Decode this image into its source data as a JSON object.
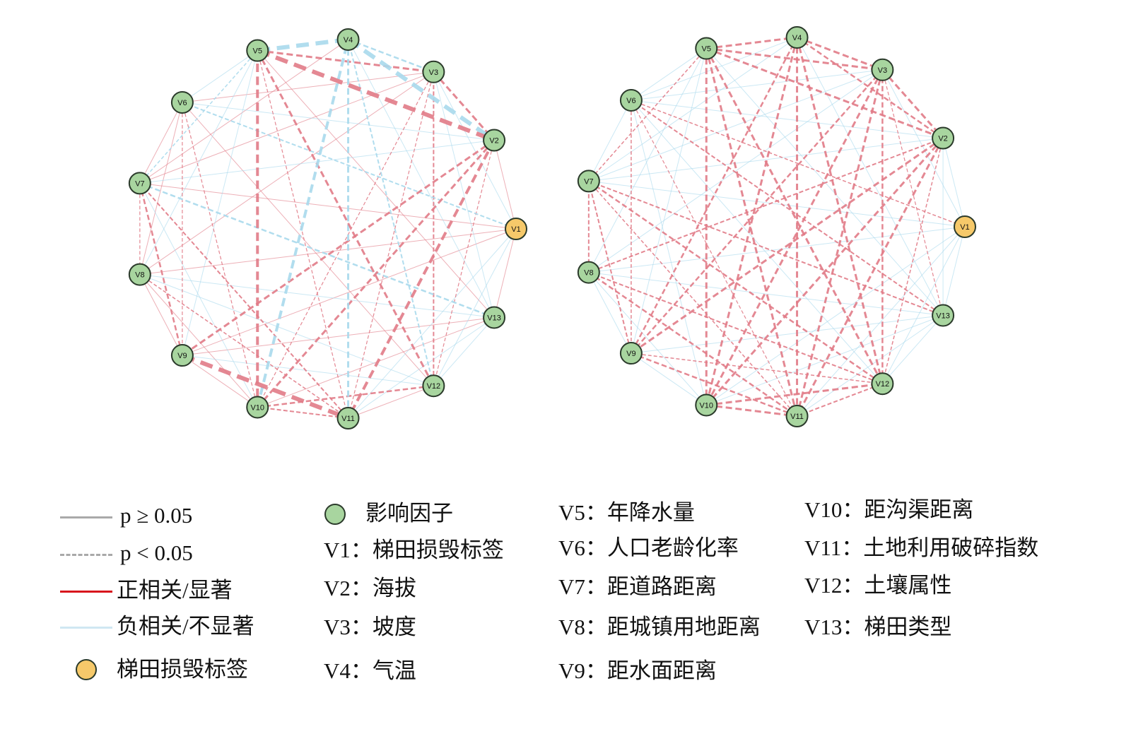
{
  "colors": {
    "positive": "#e17b87",
    "negative": "#a9d9ec",
    "factor_node": "#a8d59f",
    "label_node": "#f6c96a",
    "node_stroke": "#2b3a2b",
    "legend_grey": "#a9a9a9",
    "legend_red": "#d8141c",
    "legend_blue": "#cfe7f2"
  },
  "nodes": [
    "V1",
    "V2",
    "V3",
    "V4",
    "V5",
    "V6",
    "V7",
    "V8",
    "V9",
    "V10",
    "V11",
    "V12",
    "V13"
  ],
  "networks": [
    {
      "edges": [
        [
          "V5",
          "V4",
          "neg",
          true,
          6
        ],
        [
          "V4",
          "V2",
          "neg",
          true,
          6
        ],
        [
          "V5",
          "V2",
          "pos",
          true,
          6
        ],
        [
          "V9",
          "V11",
          "pos",
          true,
          6
        ],
        [
          "V10",
          "V4",
          "neg",
          true,
          4
        ],
        [
          "V5",
          "V10",
          "pos",
          true,
          4
        ],
        [
          "V2",
          "V11",
          "pos",
          true,
          4
        ],
        [
          "V2",
          "V10",
          "pos",
          true,
          3
        ],
        [
          "V2",
          "V9",
          "pos",
          true,
          3
        ],
        [
          "V3",
          "V2",
          "pos",
          true,
          3
        ],
        [
          "V5",
          "V3",
          "pos",
          true,
          3
        ],
        [
          "V4",
          "V3",
          "neg",
          true,
          2.5
        ],
        [
          "V4",
          "V11",
          "neg",
          true,
          3
        ],
        [
          "V5",
          "V12",
          "pos",
          true,
          3
        ],
        [
          "V7",
          "V9",
          "pos",
          true,
          2.5
        ],
        [
          "V10",
          "V12",
          "pos",
          true,
          2.5
        ],
        [
          "V10",
          "V11",
          "pos",
          true,
          2
        ],
        [
          "V3",
          "V12",
          "pos",
          true,
          2
        ],
        [
          "V7",
          "V11",
          "pos",
          true,
          2
        ],
        [
          "V8",
          "V11",
          "pos",
          true,
          1.5
        ],
        [
          "V6",
          "V9",
          "pos",
          true,
          1.2
        ],
        [
          "V7",
          "V8",
          "pos",
          true,
          1.2
        ],
        [
          "V7",
          "V13",
          "neg",
          true,
          2.5
        ],
        [
          "V5",
          "V7",
          "neg",
          true,
          1.5
        ],
        [
          "V6",
          "V1",
          "neg",
          true,
          2
        ],
        [
          "V4",
          "V12",
          "neg",
          true,
          2
        ],
        [
          "V5",
          "V11",
          "pos",
          true,
          1.2
        ],
        [
          "V3",
          "V10",
          "pos",
          true,
          1.2
        ],
        [
          "V6",
          "V10",
          "pos",
          true,
          1.2
        ],
        [
          "V2",
          "V12",
          "pos",
          true,
          1.2
        ],
        [
          "V3",
          "V11",
          "pos",
          true,
          1.2
        ],
        [
          "V6",
          "V3",
          "pos",
          false,
          1
        ],
        [
          "V7",
          "V4",
          "pos",
          false,
          1
        ],
        [
          "V7",
          "V1",
          "pos",
          false,
          1
        ],
        [
          "V8",
          "V1",
          "pos",
          false,
          1
        ],
        [
          "V8",
          "V3",
          "pos",
          false,
          1
        ],
        [
          "V9",
          "V13",
          "pos",
          false,
          1
        ],
        [
          "V10",
          "V13",
          "pos",
          false,
          1
        ],
        [
          "V6",
          "V12",
          "pos",
          false,
          1
        ],
        [
          "V5",
          "V13",
          "pos",
          false,
          1
        ],
        [
          "V7",
          "V3",
          "pos",
          false,
          1
        ],
        [
          "V6",
          "V8",
          "pos",
          false,
          1
        ],
        [
          "V6",
          "V7",
          "pos",
          false,
          1
        ],
        [
          "V8",
          "V9",
          "pos",
          false,
          1
        ],
        [
          "V9",
          "V10",
          "pos",
          false,
          1
        ],
        [
          "V2",
          "V1",
          "pos",
          false,
          1
        ],
        [
          "V1",
          "V13",
          "pos",
          false,
          1
        ],
        [
          "V11",
          "V12",
          "pos",
          false,
          1
        ],
        [
          "V8",
          "V10",
          "pos",
          false,
          1
        ],
        [
          "V9",
          "V1",
          "pos",
          false,
          1
        ],
        [
          "V1",
          "V11",
          "neg",
          false,
          1
        ],
        [
          "V1",
          "V12",
          "neg",
          false,
          1
        ],
        [
          "V13",
          "V11",
          "neg",
          false,
          1
        ],
        [
          "V13",
          "V12",
          "neg",
          false,
          1
        ],
        [
          "V3",
          "V13",
          "neg",
          false,
          1
        ],
        [
          "V3",
          "V1",
          "neg",
          false,
          1
        ],
        [
          "V7",
          "V2",
          "neg",
          false,
          1
        ],
        [
          "V5",
          "V6",
          "neg",
          false,
          1
        ],
        [
          "V6",
          "V2",
          "neg",
          false,
          1
        ],
        [
          "V8",
          "V12",
          "neg",
          false,
          1
        ],
        [
          "V9",
          "V12",
          "neg",
          false,
          1
        ],
        [
          "V4",
          "V13",
          "neg",
          false,
          1
        ],
        [
          "V9",
          "V5",
          "neg",
          false,
          1
        ],
        [
          "V8",
          "V5",
          "neg",
          false,
          1
        ],
        [
          "V8",
          "V13",
          "neg",
          false,
          1
        ],
        [
          "V7",
          "V10",
          "neg",
          false,
          1
        ]
      ]
    },
    {
      "edges": [
        [
          "V5",
          "V4",
          "pos",
          true,
          3
        ],
        [
          "V4",
          "V3",
          "pos",
          true,
          3
        ],
        [
          "V5",
          "V3",
          "pos",
          true,
          3
        ],
        [
          "V3",
          "V2",
          "pos",
          true,
          3
        ],
        [
          "V5",
          "V2",
          "pos",
          true,
          3
        ],
        [
          "V4",
          "V2",
          "pos",
          true,
          2.5
        ],
        [
          "V5",
          "V10",
          "pos",
          true,
          3
        ],
        [
          "V5",
          "V11",
          "pos",
          true,
          3
        ],
        [
          "V5",
          "V12",
          "pos",
          true,
          3
        ],
        [
          "V4",
          "V10",
          "pos",
          true,
          3
        ],
        [
          "V4",
          "V11",
          "pos",
          true,
          3
        ],
        [
          "V4",
          "V9",
          "pos",
          true,
          2.5
        ],
        [
          "V4",
          "V12",
          "pos",
          true,
          3
        ],
        [
          "V3",
          "V10",
          "pos",
          true,
          3
        ],
        [
          "V3",
          "V11",
          "pos",
          true,
          3
        ],
        [
          "V3",
          "V9",
          "pos",
          true,
          2.5
        ],
        [
          "V3",
          "V12",
          "pos",
          true,
          2.5
        ],
        [
          "V2",
          "V10",
          "pos",
          true,
          3
        ],
        [
          "V2",
          "V9",
          "pos",
          true,
          3
        ],
        [
          "V2",
          "V11",
          "pos",
          true,
          3
        ],
        [
          "V2",
          "V8",
          "pos",
          true,
          2
        ],
        [
          "V7",
          "V13",
          "pos",
          true,
          2
        ],
        [
          "V7",
          "V12",
          "pos",
          true,
          2.5
        ],
        [
          "V6",
          "V13",
          "pos",
          true,
          2
        ],
        [
          "V6",
          "V9",
          "pos",
          true,
          1.5
        ],
        [
          "V7",
          "V8",
          "pos",
          true,
          2
        ],
        [
          "V7",
          "V9",
          "pos",
          true,
          2
        ],
        [
          "V8",
          "V11",
          "pos",
          true,
          2.5
        ],
        [
          "V9",
          "V11",
          "pos",
          true,
          2.5
        ],
        [
          "V9",
          "V12",
          "pos",
          true,
          1.5
        ],
        [
          "V10",
          "V11",
          "pos",
          true,
          3
        ],
        [
          "V10",
          "V12",
          "pos",
          true,
          3
        ],
        [
          "V11",
          "V12",
          "pos",
          true,
          2
        ],
        [
          "V5",
          "V7",
          "pos",
          true,
          1.5
        ],
        [
          "V6",
          "V1",
          "pos",
          true,
          1.5
        ],
        [
          "V8",
          "V12",
          "pos",
          true,
          2
        ],
        [
          "V7",
          "V11",
          "pos",
          true,
          1.5
        ],
        [
          "V2",
          "V12",
          "pos",
          true,
          1.5
        ],
        [
          "V6",
          "V11",
          "pos",
          true,
          1.2
        ],
        [
          "V3",
          "V13",
          "pos",
          true,
          1.2
        ],
        [
          "V1",
          "V13",
          "neg",
          false,
          1
        ],
        [
          "V1",
          "V12",
          "neg",
          false,
          1
        ],
        [
          "V1",
          "V11",
          "neg",
          false,
          1
        ],
        [
          "V6",
          "V7",
          "neg",
          false,
          1
        ],
        [
          "V8",
          "V9",
          "neg",
          false,
          1
        ],
        [
          "V9",
          "V10",
          "neg",
          false,
          1
        ],
        [
          "V13",
          "V12",
          "neg",
          false,
          1
        ],
        [
          "V13",
          "V11",
          "neg",
          false,
          1
        ],
        [
          "V2",
          "V1",
          "neg",
          false,
          1
        ],
        [
          "V2",
          "V13",
          "neg",
          false,
          1
        ],
        [
          "V6",
          "V3",
          "neg",
          false,
          1
        ],
        [
          "V6",
          "V2",
          "neg",
          false,
          1
        ],
        [
          "V7",
          "V3",
          "neg",
          false,
          1
        ],
        [
          "V7",
          "V2",
          "neg",
          false,
          1
        ],
        [
          "V7",
          "V1",
          "neg",
          false,
          1
        ],
        [
          "V8",
          "V1",
          "neg",
          false,
          1
        ],
        [
          "V8",
          "V13",
          "neg",
          false,
          1
        ],
        [
          "V9",
          "V13",
          "neg",
          false,
          1
        ],
        [
          "V10",
          "V13",
          "neg",
          false,
          1
        ],
        [
          "V8",
          "V10",
          "neg",
          false,
          1
        ],
        [
          "V6",
          "V5",
          "neg",
          false,
          1
        ],
        [
          "V6",
          "V4",
          "neg",
          false,
          1
        ],
        [
          "V7",
          "V4",
          "neg",
          false,
          1
        ],
        [
          "V5",
          "V13",
          "neg",
          false,
          1
        ],
        [
          "V6",
          "V12",
          "neg",
          false,
          1
        ],
        [
          "V8",
          "V5",
          "neg",
          false,
          1
        ],
        [
          "V9",
          "V5",
          "neg",
          false,
          1
        ],
        [
          "V10",
          "V1",
          "neg",
          false,
          1
        ],
        [
          "V6",
          "V10",
          "neg",
          false,
          1
        ],
        [
          "V4",
          "V13",
          "neg",
          false,
          1
        ],
        [
          "V3",
          "V1",
          "neg",
          false,
          1
        ],
        [
          "V8",
          "V3",
          "neg",
          false,
          1
        ]
      ]
    }
  ],
  "legend": {
    "p_ns": "p ≥ 0.05",
    "p_sig": "p < 0.05",
    "positive": "正相关/显著",
    "negative": "负相关/不显著",
    "label_node": "梯田损毁标签",
    "factor_node": "影响因子",
    "variables": [
      "V1：梯田损毁标签",
      "V2：海拔",
      "V3：坡度",
      "V4：气温",
      "V5：年降水量",
      "V6：人口老龄化率",
      "V7：距道路距离",
      "V8：距城镇用地距离",
      "V9：距水面距离",
      "V10：距沟渠距离",
      "V11：土地利用破碎指数",
      "V12：土壤属性",
      "V13：梯田类型"
    ]
  }
}
